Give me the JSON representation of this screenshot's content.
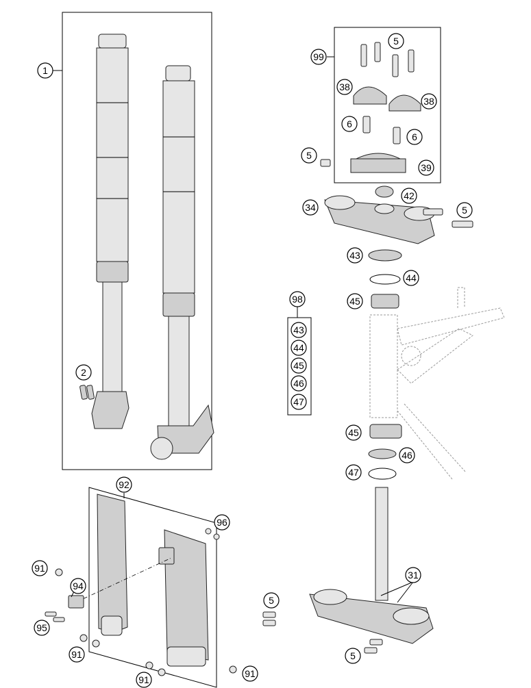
{
  "callouts": {
    "c1": "1",
    "c2": "2",
    "c5a": "5",
    "c5b": "5",
    "c5c": "5",
    "c5d": "5",
    "c5e": "5",
    "c6a": "6",
    "c6b": "6",
    "c31": "31",
    "c34": "34",
    "c38a": "38",
    "c38b": "38",
    "c39": "39",
    "c42": "42",
    "c43a": "43",
    "c43b": "43",
    "c44a": "44",
    "c44b": "44",
    "c45a": "45",
    "c45b": "45",
    "c45c": "45",
    "c46a": "46",
    "c46b": "46",
    "c47a": "47",
    "c47b": "47",
    "c91a": "91",
    "c91b": "91",
    "c91c": "91",
    "c91d": "91",
    "c92": "92",
    "c94": "94",
    "c95": "95",
    "c96": "96",
    "c98": "98",
    "c99": "99"
  }
}
